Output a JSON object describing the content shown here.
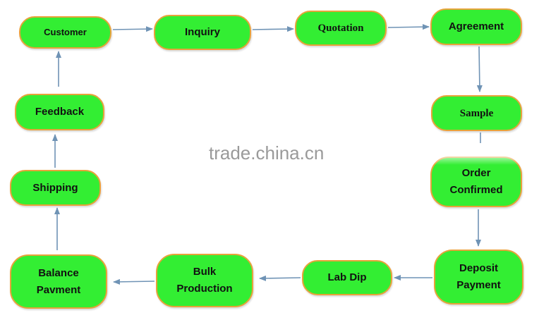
{
  "nodes": {
    "customer": "Customer",
    "inquiry": "Inquiry",
    "quotation": "Quotation",
    "agreement": "Agreement",
    "sample": "Sample",
    "order_line1": "Order",
    "order_line2": "Confirmed",
    "deposit_line1": "Deposit",
    "deposit_line2": "Payment",
    "labdip": "Lab Dip",
    "bulk_line1": "Bulk",
    "bulk_line2": "Production",
    "balance_line1": "Balance",
    "balance_line2": "Pavment",
    "shipping": "Shipping",
    "feedback": "Feedback"
  },
  "watermark": "trade.china.cn",
  "colors": {
    "node_fill": "#33ee33",
    "node_border": "#e8a23a",
    "arrow": "#6f93b5",
    "watermark": "#9a9a9a"
  }
}
